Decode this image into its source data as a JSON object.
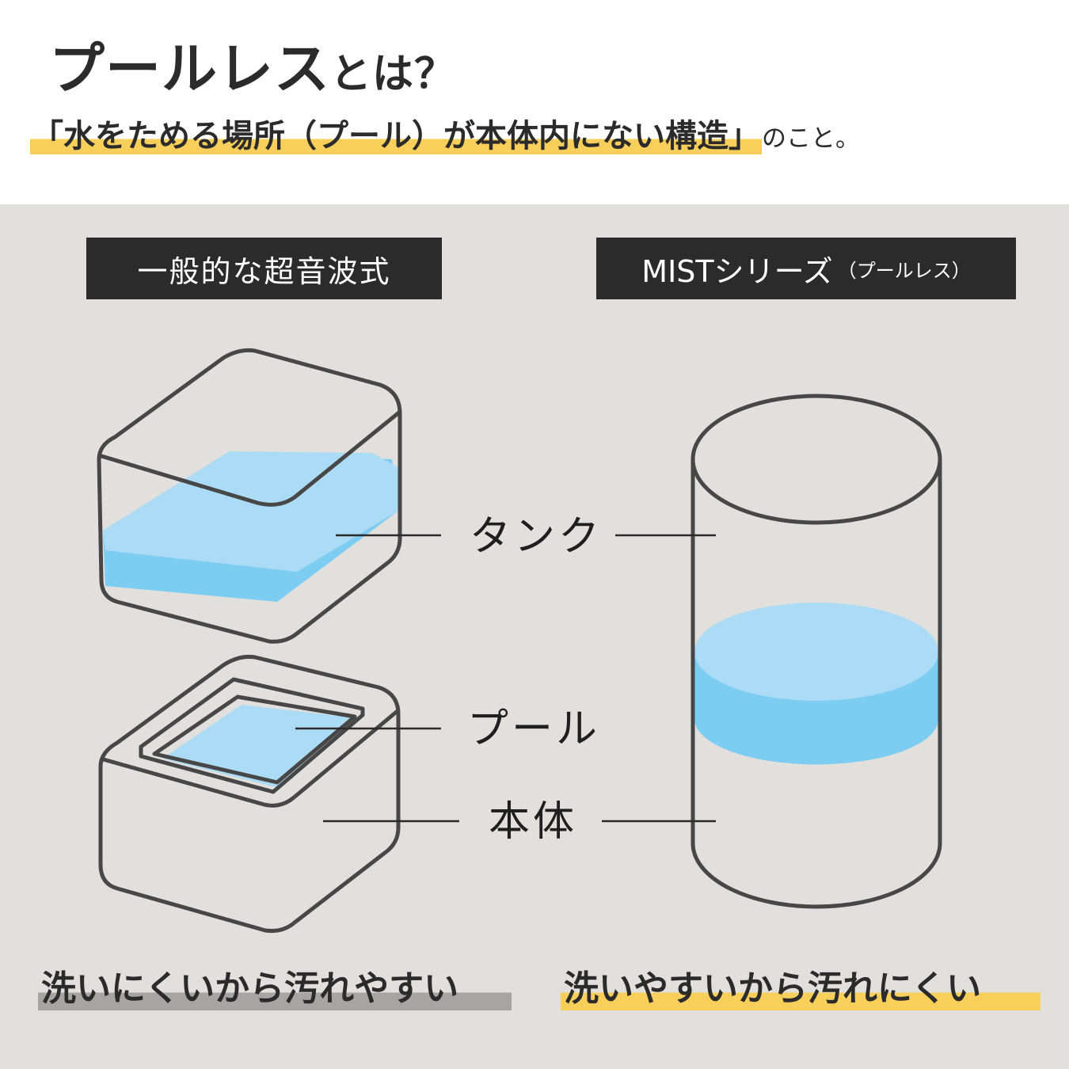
{
  "header": {
    "title_main": "プールレス",
    "title_suffix": "とは？",
    "subtitle_highlight": "「水をためる場所（プール）が本体内にない構造」",
    "subtitle_rest": "のこと。"
  },
  "left_column": {
    "label": "一般的な超音波式",
    "caption": "洗いにくいから汚れやすい"
  },
  "right_column": {
    "label": "MISTシリーズ",
    "label_note": "（プールレス）",
    "caption": "洗いやすいから汚れにくい"
  },
  "parts": {
    "tank": "タンク",
    "pool": "プール",
    "body": "本体"
  },
  "colors": {
    "outline": "#474747",
    "water_light": "#acdcf5",
    "water_dark": "#7dcdf3",
    "panel_bg": "#e2e0dc",
    "highlight_yellow": "#f8cf5a",
    "highlight_gray": "#a6a5a1",
    "label_bg": "#2b2b2b"
  }
}
